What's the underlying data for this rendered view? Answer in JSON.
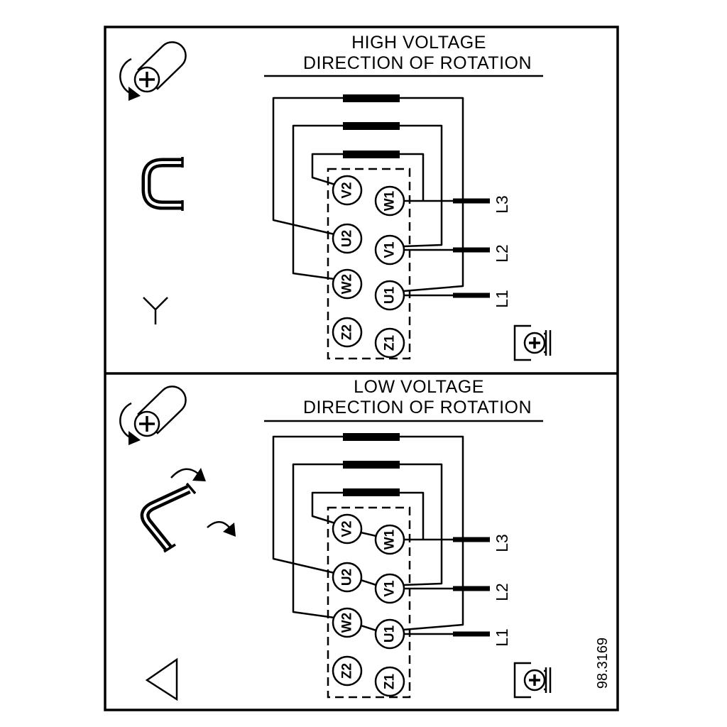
{
  "colors": {
    "ink": "#000000",
    "background": "#ffffff"
  },
  "drawing_number": "98.3169",
  "panels": [
    {
      "title": "HIGH VOLTAGE",
      "subtitle": "DIRECTION OF ROTATION",
      "connection_symbol": "star",
      "terminals": {
        "left": [
          "V2",
          "U2",
          "W2",
          "Z2"
        ],
        "right": [
          "W1",
          "V1",
          "U1",
          "Z1"
        ]
      },
      "lines": [
        "L3",
        "L2",
        "L1"
      ]
    },
    {
      "title": "LOW VOLTAGE",
      "subtitle": "DIRECTION OF ROTATION",
      "connection_symbol": "delta",
      "terminals": {
        "left": [
          "V2",
          "U2",
          "W2",
          "Z2"
        ],
        "right": [
          "W1",
          "V1",
          "U1",
          "Z1"
        ]
      },
      "lines": [
        "L3",
        "L2",
        "L1"
      ]
    }
  ],
  "icons": {
    "screw_rotation": "screw-rotation-arrow-icon",
    "link_bracket": "terminal-link-bracket-icon",
    "star": "star-connection-icon",
    "delta": "delta-connection-icon",
    "delta_links": "delta-link-move-icon",
    "ground": "ground-terminal-icon"
  }
}
